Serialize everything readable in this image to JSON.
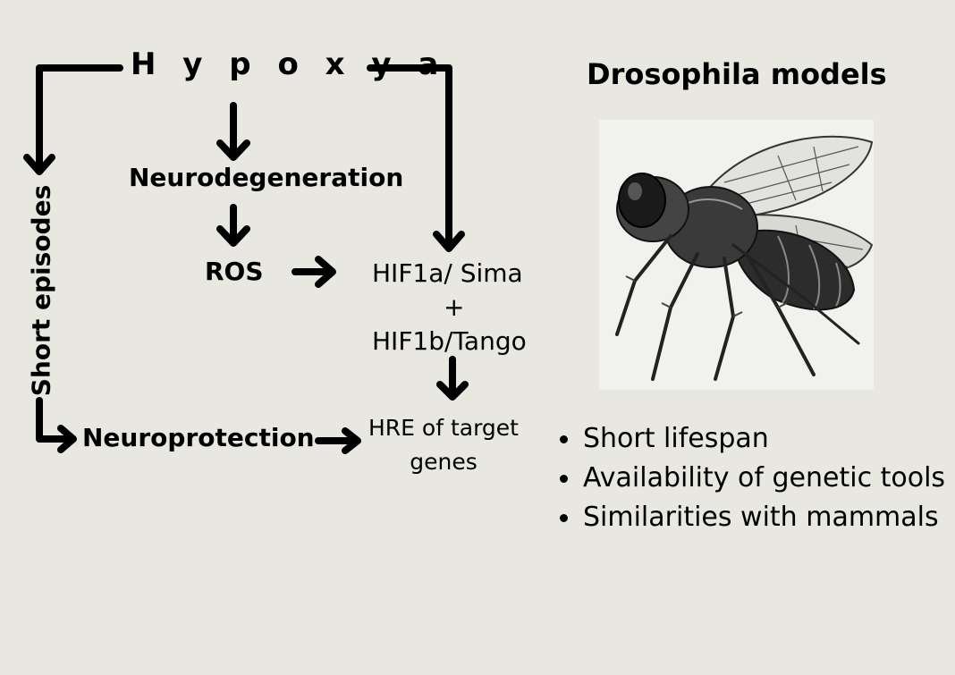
{
  "diagram": {
    "hypoxia": "H y p o x y a",
    "neurodegeneration": "Neurodegeneration",
    "ros": "ROS",
    "hif1a": "HIF1a/ Sima",
    "plus": "+",
    "hif1b": "HIF1b/Tango",
    "hre_line1": "HRE of target",
    "hre_line2": "genes",
    "neuroprotection": "Neuroprotection",
    "short_episodes": "Short episodes"
  },
  "panel": {
    "title": "Drosophila models",
    "image_subject": "fruit-fly-illustration",
    "bullets": [
      "Short lifespan",
      "Availability of genetic tools",
      "Similarities with mammals"
    ]
  },
  "colors": {
    "background": "#e8e8e1",
    "ink": "#000000"
  }
}
